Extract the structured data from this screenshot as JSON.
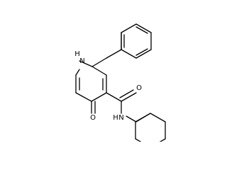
{
  "labels": {
    "nh_ring": "H",
    "n_ring": "N",
    "o_ketone": "O",
    "o_amide": "O",
    "n_amide": "N",
    "h_amide": "H"
  }
}
